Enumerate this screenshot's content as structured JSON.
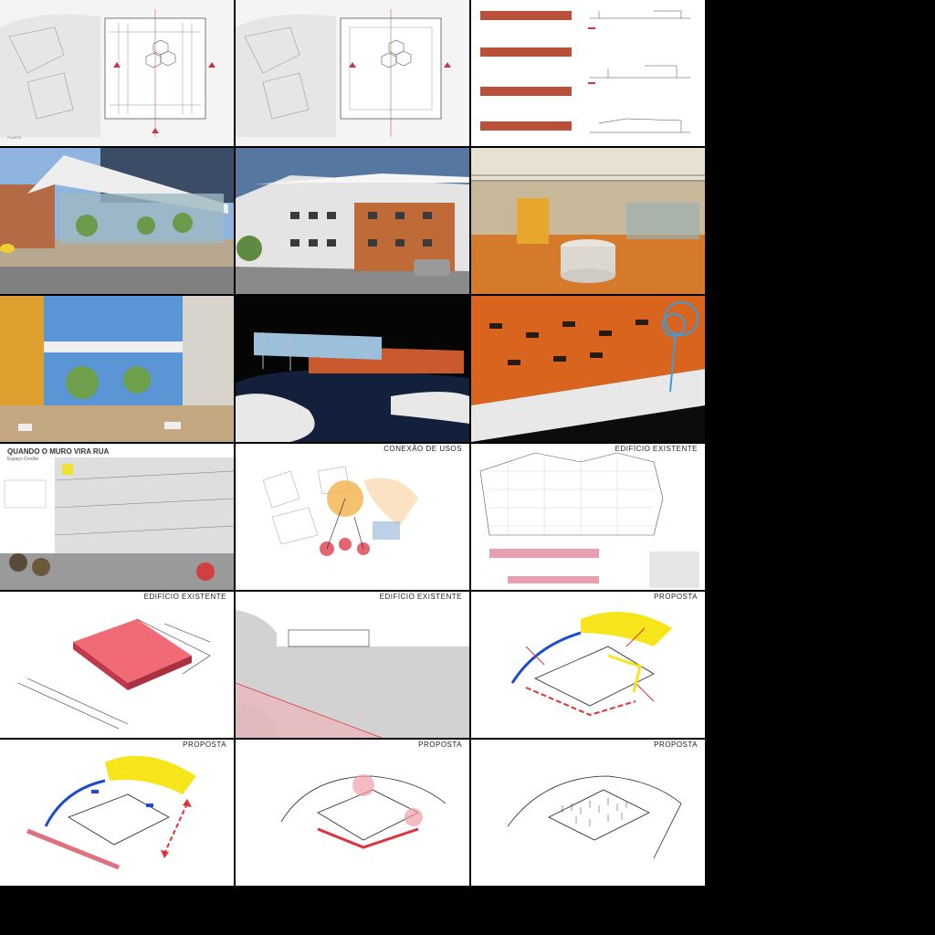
{
  "panels": {
    "p10_title": "QUANDO O MURO VIRA RUA",
    "p10_subtitle": "Espaço Cordão",
    "p11_header": "CONEXÃO DE USOS",
    "p12_header": "EDIFÍCIO EXISTENTE",
    "p13_header": "EDIFÍCIO EXISTENTE",
    "p14_header": "EDIFÍCIO EXISTENTE",
    "p15_header": "PROPOSTA",
    "p16_header": "PROPOSTA",
    "p17_header": "PROPOSTA",
    "p18_header": "PROPOSTA"
  },
  "colors": {
    "plan_red": "#c0394b",
    "render_orange": "#d9772f",
    "diagram_yellow": "#f7e51b",
    "diagram_red": "#e0303a",
    "diagram_blue": "#1b4bd1",
    "background": "#000000"
  }
}
